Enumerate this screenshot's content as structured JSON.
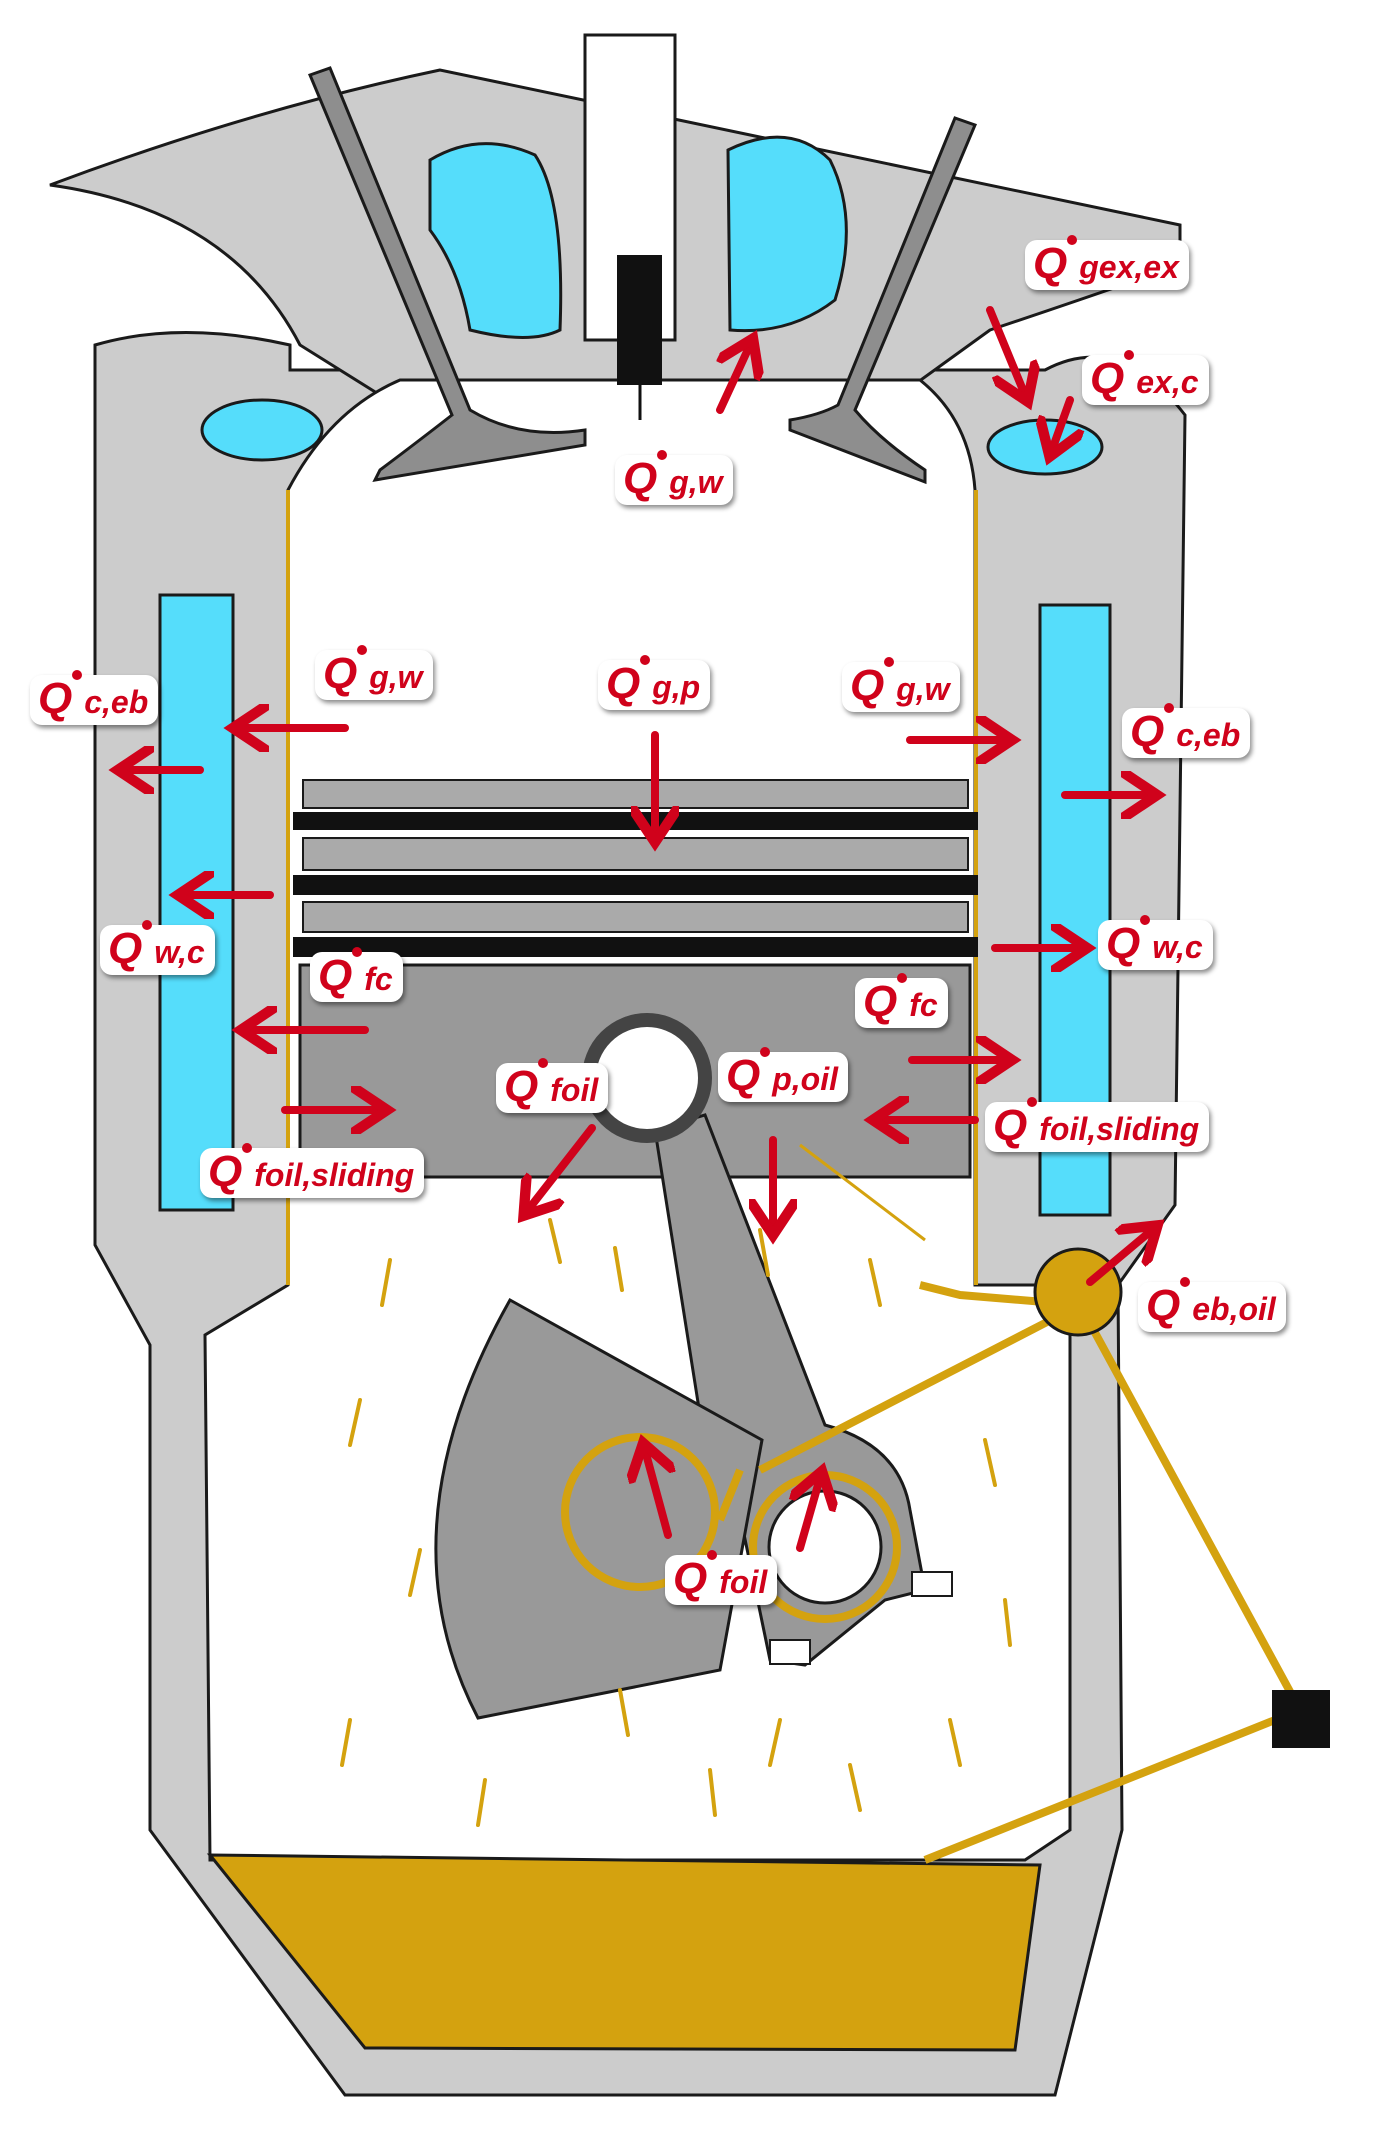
{
  "colors": {
    "metal": "#cccccc",
    "outline": "#1a1a1a",
    "coolant": "#55ddfb",
    "oil": "#d4a20f",
    "arrow": "#d0021b",
    "piston": "#999999",
    "ring": "#111111"
  },
  "labels": {
    "q_gex_ex": {
      "symbol": "Q",
      "subscript": "gex,ex"
    },
    "q_ex_c": {
      "symbol": "Q",
      "subscript": "ex,c"
    },
    "q_g_w_top": {
      "symbol": "Q",
      "subscript": "g,w"
    },
    "q_c_eb_left": {
      "symbol": "Q",
      "subscript": "c,eb"
    },
    "q_g_w_left": {
      "symbol": "Q",
      "subscript": "g,w"
    },
    "q_g_p": {
      "symbol": "Q",
      "subscript": "g,p"
    },
    "q_g_w_right": {
      "symbol": "Q",
      "subscript": "g,w"
    },
    "q_c_eb_right": {
      "symbol": "Q",
      "subscript": "c,eb"
    },
    "q_w_c_left": {
      "symbol": "Q",
      "subscript": "w,c"
    },
    "q_fc_left": {
      "symbol": "Q",
      "subscript": "fc"
    },
    "q_w_c_right": {
      "symbol": "Q",
      "subscript": "w,c"
    },
    "q_fc_right": {
      "symbol": "Q",
      "subscript": "fc"
    },
    "q_foil_pin": {
      "symbol": "Q",
      "subscript": "foil"
    },
    "q_p_oil": {
      "symbol": "Q",
      "subscript": "p,oil"
    },
    "q_foil_sliding_right": {
      "symbol": "Q",
      "subscript": "foil,sliding"
    },
    "q_foil_sliding_left": {
      "symbol": "Q",
      "subscript": "foil,sliding"
    },
    "q_eb_oil": {
      "symbol": "Q",
      "subscript": "eb,oil"
    },
    "q_foil_crank": {
      "symbol": "Q",
      "subscript": "foil"
    }
  }
}
